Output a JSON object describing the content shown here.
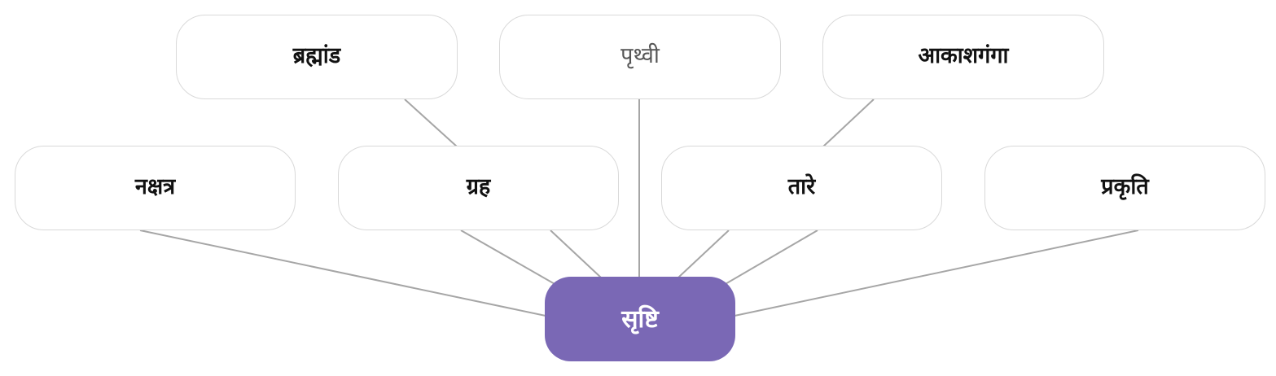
{
  "diagram": {
    "center": {
      "label": "सृष्टि"
    },
    "top_nodes": [
      {
        "label": "ब्रह्मांड"
      },
      {
        "label": "पृथ्वी"
      },
      {
        "label": "आकाशगंगा"
      }
    ],
    "middle_nodes": [
      {
        "label": "नक्षत्र"
      },
      {
        "label": "ग्रह"
      },
      {
        "label": "तारे"
      },
      {
        "label": "प्रकृति"
      }
    ],
    "colors": {
      "center_fill": "#7a68b5",
      "node_border": "#d9d9d9",
      "connector": "#a6a6a6"
    }
  }
}
